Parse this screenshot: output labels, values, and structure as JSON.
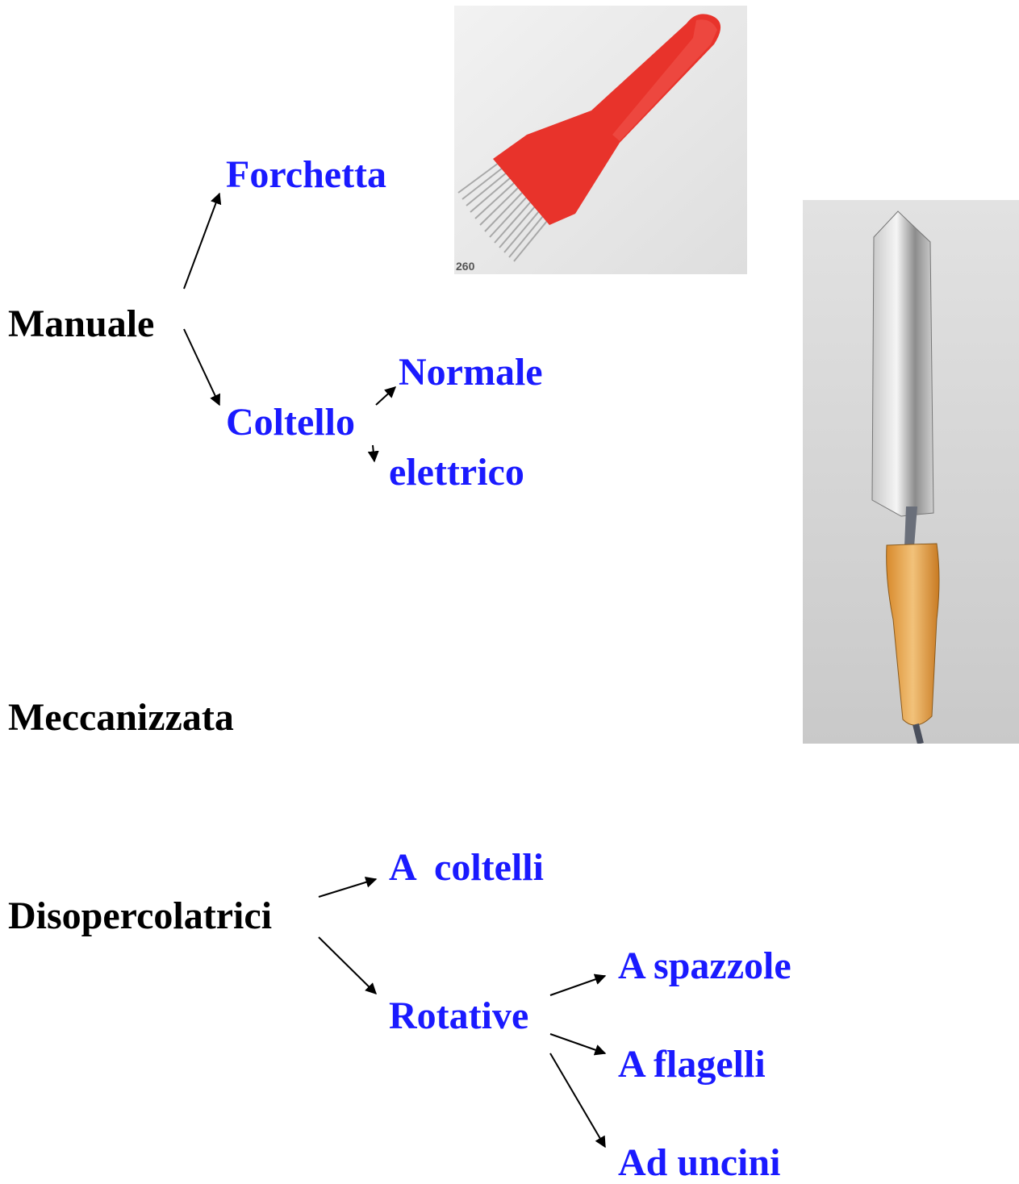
{
  "tree": {
    "manuale": "Manuale",
    "forchetta": "Forchetta",
    "coltello": "Coltello",
    "normale": "Normale",
    "elettrico": "elettrico",
    "meccanizzata": "Meccanizzata",
    "disopercolatrici": "Disopercolatrici",
    "a_coltelli": "A  coltelli",
    "rotative": "Rotative",
    "a_spazzole": "A spazzole",
    "a_flagelli": "A flagelli",
    "ad_uncini": "Ad uncini"
  },
  "photos": {
    "fork_caption": "260"
  },
  "colors": {
    "category_text": "#000000",
    "option_text": "#1a1aff",
    "fork_red": "#e8332b",
    "knife_handle": "#e8a850"
  }
}
